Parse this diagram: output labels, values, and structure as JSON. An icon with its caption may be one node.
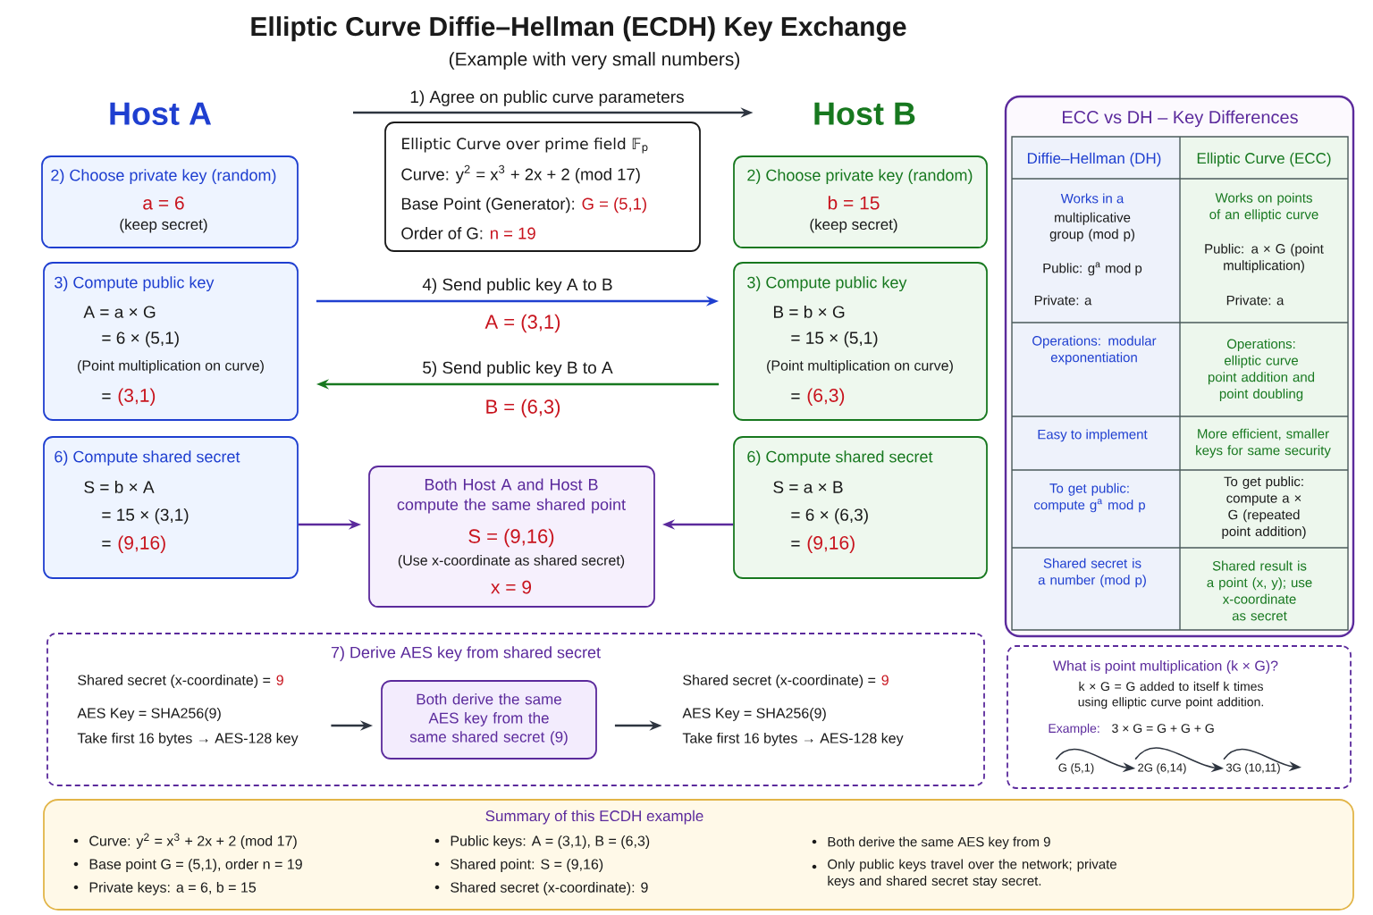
{
  "diagram": {
    "title": "Elliptic Curve Diffie–Hellman (ECDH) Key Exchange",
    "nodes": [
      {
        "text": [
          "Host A"
        ]
      },
      {
        "text": [
          "Host B"
        ]
      },
      {
        "text": [
          "Elliptic Curve over prime field 𝔽$_{p}$",
          "Curve: y$^{2}$ = x$^{3}$ + 2x + 2 (mod 17)",
          "Base Point (Generator):",
          "G = (5,1)",
          "Order of G:",
          "n = 19"
        ]
      },
      {
        "text": [
          "2) Choose private key (random)",
          "a = 6",
          "(keep secret)"
        ]
      },
      {
        "text": [
          "2) Choose private key (random)",
          "b = 15",
          "(keep secret)"
        ]
      },
      {
        "text": [
          "3) Compute public key",
          "A = a × G",
          "= 6 × (5,1)",
          "(Point multiplication on curve)",
          "=",
          "(3,1)"
        ]
      },
      {
        "text": [
          "3) Compute public key",
          "B = b × G",
          "= 15 × (5,1)",
          "(Point multiplication on curve)",
          "=",
          "(6,3)"
        ]
      },
      {
        "text": [
          "6) Compute shared secret",
          "S = b × A",
          "= 15 × (3,1)",
          "=",
          "(9,16)"
        ]
      },
      {
        "text": [
          "Both Host A and Host B compute the same shared point",
          "S = (9,16)",
          "(Use x-coordinate as shared secret)",
          "x = 9"
        ]
      },
      {
        "text": [
          "6) Compute shared secret",
          "S = a × B",
          "= 6 × (6,3)",
          "=",
          "(9,16)"
        ]
      },
      {
        "text": [
          "7) Derive AES key from shared secret"
        ]
      },
      {
        "text": [
          "Shared secret (x-coordinate) =",
          "9",
          "AES Key = SHA256(9)",
          "Take first 16 bytes → AES-128 key"
        ],
        "in": 10
      },
      {
        "text": [
          "Both derive the same AES key from the same shared secret (9)"
        ],
        "in": 10
      },
      {
        "text": [
          "Shared secret (x-coordinate) =",
          "9",
          "AES Key = SHA256(9)",
          "Take first 16 bytes → AES-128 key"
        ],
        "in": 10
      },
      {
        "text": [
          "ECC vs DH – Key Differences"
        ]
      },
      {
        "text": [
          "What is point multiplication (k × G)?",
          "k × G = G added to itself k times using elliptic curve point addition.",
          "Example:",
          "3 × G = G + G + G"
        ]
      },
      {
        "text": [
          "G (5,1)"
        ],
        "in": 15
      },
      {
        "text": [
          "2G (6,14)"
        ],
        "in": 15
      },
      {
        "text": [
          "3G (10,11)"
        ],
        "in": 15
      },
      {
        "text": [
          "Summary of this ECDH example",
          "Curve: y$^{2}$ = x$^{3}$ + 2x + 2 (mod 17)",
          "Base point G = (5,1), order n = 19",
          "Private keys: a = 6, b = 15",
          "Public keys: A = (3,1), B = (6,3)",
          "Shared point: S = (9,16)",
          "Shared secret (x-coordinate): 9",
          "Both derive the same AES key from 9",
          "Only public keys travel over the network; private keys and shared secret stay secret."
        ]
      }
    ],
    "edges": [
      {
        "from": null,
        "to": 1,
        "arrow": "to",
        "label": "1) Agree on public curve parameters"
      },
      {
        "from": 5,
        "to": 6,
        "arrow": "to",
        "label": "4) Send public key A to B",
        "color": "#1f3fd0"
      },
      {
        "from": 6,
        "to": 5,
        "arrow": "to",
        "label": "5) Send public key B to A",
        "color": "#17781f"
      },
      {
        "from": 7,
        "to": 8,
        "arrow": "to",
        "color": "#5b2a9c"
      },
      {
        "from": 9,
        "to": 8,
        "arrow": "to",
        "color": "#5b2a9c"
      },
      {
        "from": 11,
        "to": 12,
        "arrow": "to"
      },
      {
        "from": 12,
        "to": 13,
        "arrow": "to"
      },
      {
        "from": 16,
        "to": 17,
        "arrow": "to"
      },
      {
        "from": 17,
        "to": 18,
        "arrow": "to"
      },
      {
        "from": 18,
        "to": null,
        "arrow": "to"
      }
    ],
    "labels": [
      "(Example with very small numbers)",
      "A = (3,1)",
      "B = (6,3)",
      "Diffie–Hellman (DH)",
      "Elliptic Curve (ECC)",
      "Works in a",
      "multiplicative group (mod p)",
      "Public: g$^{a}$ mod p",
      "Private: a",
      "Works on points of an elliptic curve",
      "Public: a × G (point multiplication)",
      "Private: a",
      "Operations: modular exponentiation",
      "Operations: elliptic curve point addition and point doubling",
      "Easy to implement",
      "More efficient, smaller keys for same security",
      "To get public: compute g$^{a}$ mod p",
      "To get public: compute a × G (repeated point addition)",
      "Shared secret is a number (mod p)",
      "Shared result is a point (x, y); use x-coordinate as secret"
    ]
  }
}
